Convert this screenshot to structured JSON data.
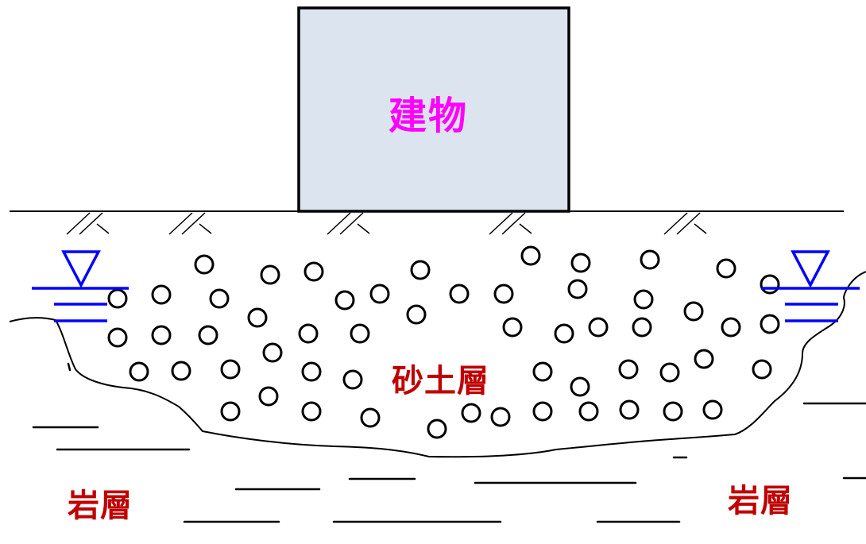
{
  "labels": {
    "building": "建物",
    "sand_layer": "砂土層",
    "rock_left": "岩層",
    "rock_right": "岩層"
  },
  "colors": {
    "building_fill": "#dce4f0",
    "building_label": "#ff00ff",
    "soil_label": "#c00000",
    "water_marker": "#0000ff",
    "line": "#000000"
  },
  "icons": {
    "ground_hatch": "ground-hatch-icon",
    "water_table": "water-table-icon",
    "sand_grain": "sand-grain-icon"
  }
}
